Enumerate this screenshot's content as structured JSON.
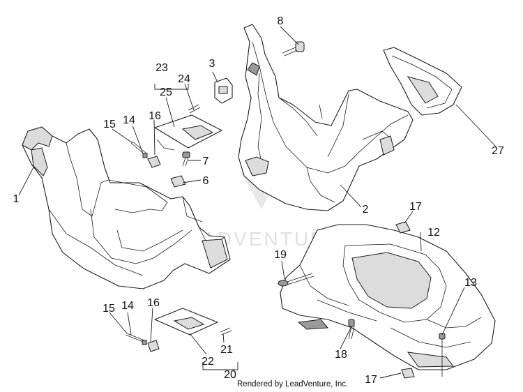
{
  "callouts": {
    "c1": "1",
    "c2": "2",
    "c3": "3",
    "c6": "6",
    "c7": "7",
    "c8": "8",
    "c12": "12",
    "c13": "13",
    "c14a": "14",
    "c14b": "14",
    "c15a": "15",
    "c15b": "15",
    "c16a": "16",
    "c16b": "16",
    "c17a": "17",
    "c17b": "17",
    "c18": "18",
    "c19": "19",
    "c20": "20",
    "c21": "21",
    "c22": "22",
    "c23": "23",
    "c24": "24",
    "c25": "25",
    "c27": "27"
  },
  "watermark": "LEADVENTURE",
  "credit": "Rendered by LeadVenture, Inc."
}
